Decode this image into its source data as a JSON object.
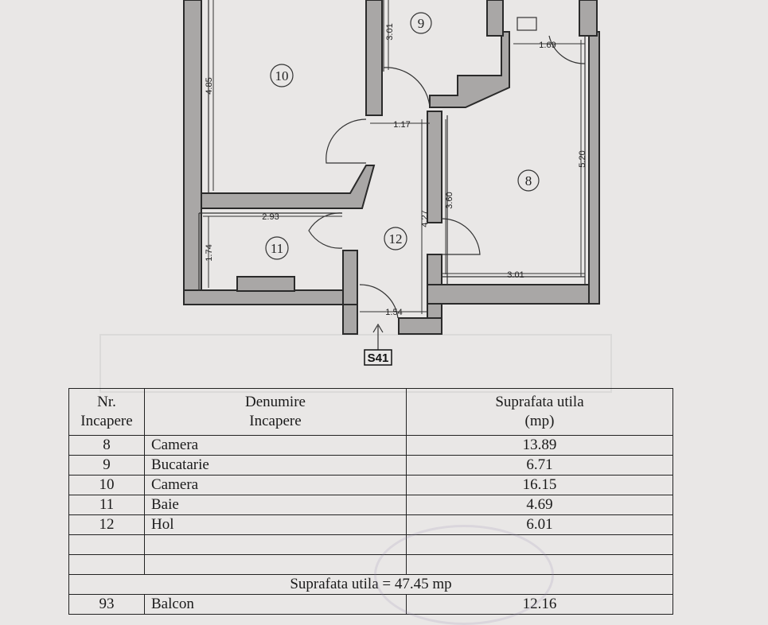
{
  "plan": {
    "rooms": [
      "8",
      "9",
      "10",
      "11",
      "12"
    ],
    "dimensions": [
      "4.85",
      "3.01",
      "1.69",
      "1.17",
      "5.20",
      "3.60",
      "4.27",
      "2.93",
      "1.74",
      "3.01",
      "1.54"
    ],
    "entrance_label": "S41"
  },
  "table": {
    "headers": {
      "nr": [
        "Nr.",
        "Incapere"
      ],
      "name": [
        "Denumire",
        "Incapere"
      ],
      "area": [
        "Suprafata utila",
        "(mp)"
      ]
    },
    "rows": [
      {
        "nr": "8",
        "name": "Camera",
        "area": "13.89"
      },
      {
        "nr": "9",
        "name": "Bucatarie",
        "area": "6.71"
      },
      {
        "nr": "10",
        "name": "Camera",
        "area": "16.15"
      },
      {
        "nr": "11",
        "name": "Baie",
        "area": "4.69"
      },
      {
        "nr": "12",
        "name": "Hol",
        "area": "6.01"
      },
      {
        "nr": "",
        "name": "",
        "area": ""
      },
      {
        "nr": "",
        "name": "",
        "area": ""
      }
    ],
    "total": "Suprafata utila = 47.45 mp",
    "extra_row": {
      "nr": "93",
      "name": "Balcon",
      "area": "12.16"
    }
  }
}
